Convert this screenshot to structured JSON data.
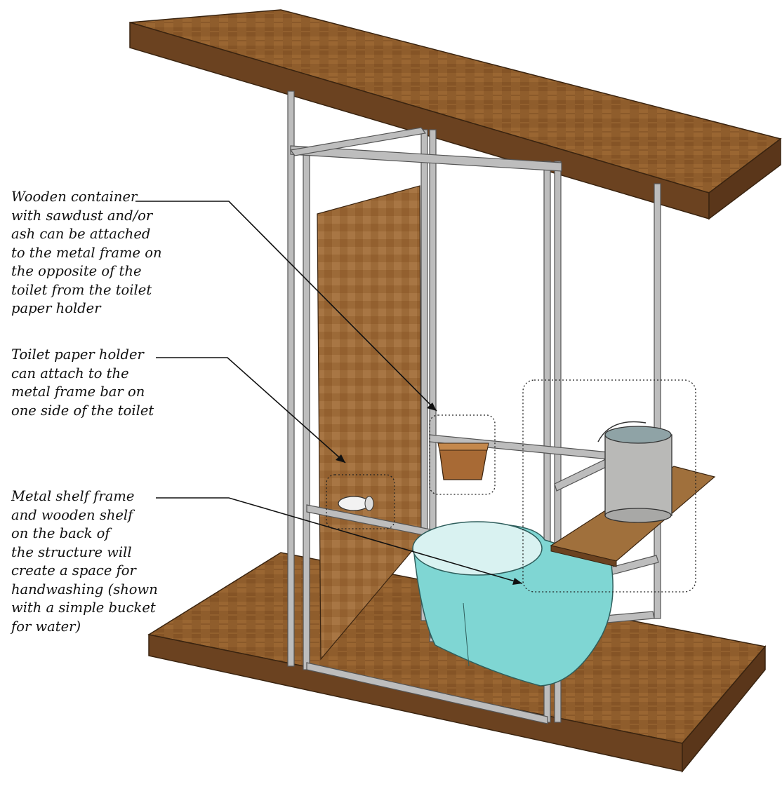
{
  "annotations": {
    "container_note": "Wooden container\nwith sawdust and/or\nash can be attached\nto the metal frame on\nthe opposite of the\ntoilet from the toilet\npaper holder",
    "paper_holder_note": "Toilet paper holder\ncan attach to the\nmetal frame bar on\none side of the toilet",
    "shelf_note": "Metal shelf frame\nand wooden shelf\non the back of\nthe structure will\ncreate a space for\nhandwashing (shown\nwith a simple bucket\nfor water)"
  },
  "colors": {
    "wood": "#8a5a2b",
    "wood_dark": "#6b4220",
    "metal": "#b4b4b4",
    "toilet": "#7fd3d0",
    "bucket": "#b9b9b7"
  }
}
